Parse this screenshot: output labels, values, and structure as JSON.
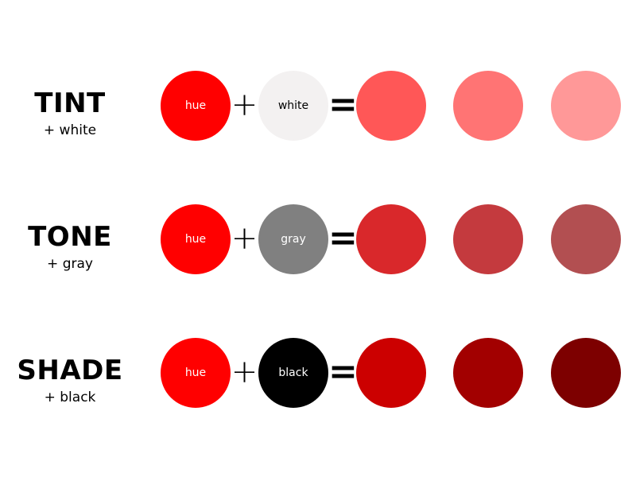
{
  "rows": {
    "tint": {
      "title": "TINT",
      "subtitle": "+ white",
      "hue": {
        "label": "hue",
        "color": "#ff0000",
        "text_color": "#ffffff"
      },
      "mixer": {
        "label": "white",
        "color": "#f3f1f1",
        "text_color": "#000000"
      },
      "plus": "+",
      "equals": "=",
      "results": [
        "#ff5757",
        "#ff7474",
        "#ff9898"
      ]
    },
    "tone": {
      "title": "TONE",
      "subtitle": "+ gray",
      "hue": {
        "label": "hue",
        "color": "#ff0000",
        "text_color": "#ffffff"
      },
      "mixer": {
        "label": "gray",
        "color": "#808080",
        "text_color": "#ffffff"
      },
      "plus": "+",
      "equals": "=",
      "results": [
        "#d9282b",
        "#c43a3e",
        "#b24f51"
      ]
    },
    "shade": {
      "title": "SHADE",
      "subtitle": "+ black",
      "hue": {
        "label": "hue",
        "color": "#ff0000",
        "text_color": "#ffffff"
      },
      "mixer": {
        "label": "black",
        "color": "#000000",
        "text_color": "#ffffff"
      },
      "plus": "+",
      "equals": "=",
      "results": [
        "#cc0000",
        "#a20000",
        "#7d0000"
      ]
    }
  }
}
